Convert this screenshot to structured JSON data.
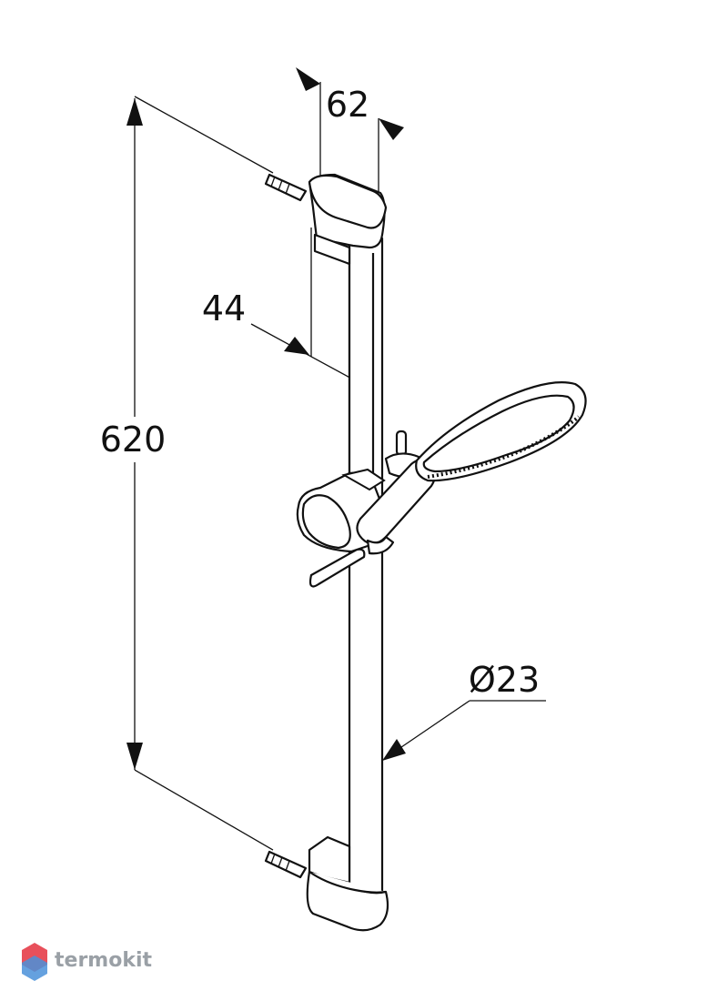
{
  "dimensions": {
    "height": "620",
    "width_top": "62",
    "wall_offset": "44",
    "diameter": "Ø23"
  },
  "watermark": {
    "brand": "termokit",
    "logo_colors": [
      "#e8505b",
      "#4a90d9",
      "#9aa0a6"
    ]
  }
}
